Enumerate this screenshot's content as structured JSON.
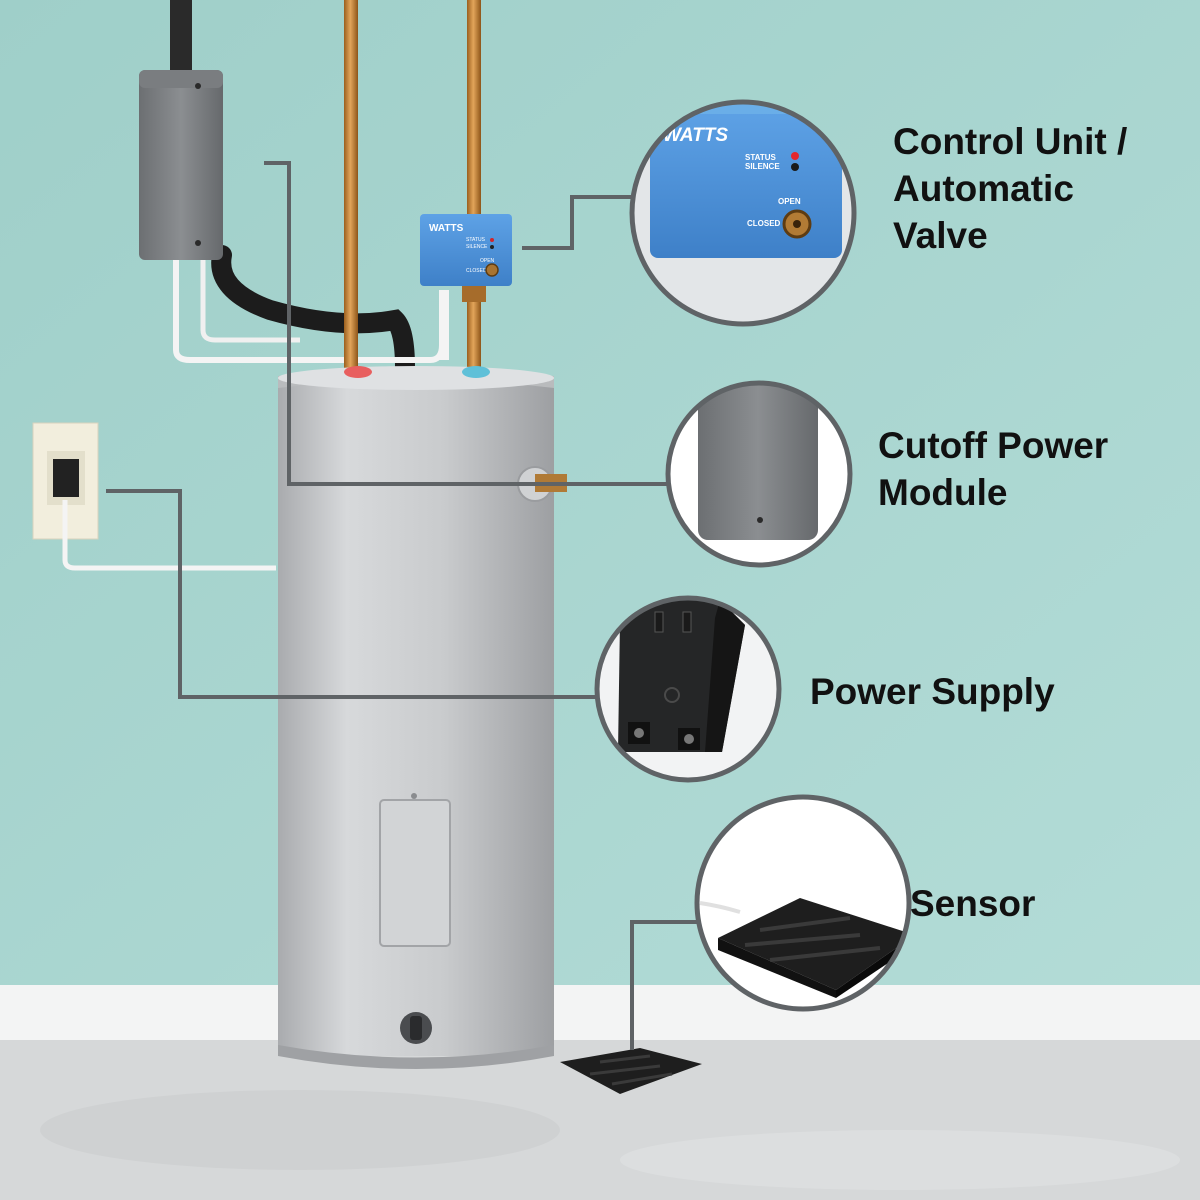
{
  "callouts": {
    "control_unit": {
      "lines": [
        "Control Unit /",
        "Automatic",
        "Valve"
      ]
    },
    "cutoff_module": {
      "lines": [
        "Cutoff Power",
        "Module"
      ]
    },
    "power_supply": {
      "lines": [
        "Power Supply"
      ]
    },
    "sensor": {
      "lines": [
        "Sensor"
      ]
    }
  },
  "device_text": {
    "brand": "WATTS",
    "status": "STATUS",
    "silence": "SILENCE",
    "open": "OPEN",
    "closed": "CLOSED"
  },
  "colors": {
    "wall": "#a8d5d0",
    "floor": "#d6d8d9",
    "tank": "#c6c8ca",
    "control_unit_blue": "#4a8fd6",
    "copper_pipe": "#c8873a",
    "connector_line": "#5f6366"
  }
}
